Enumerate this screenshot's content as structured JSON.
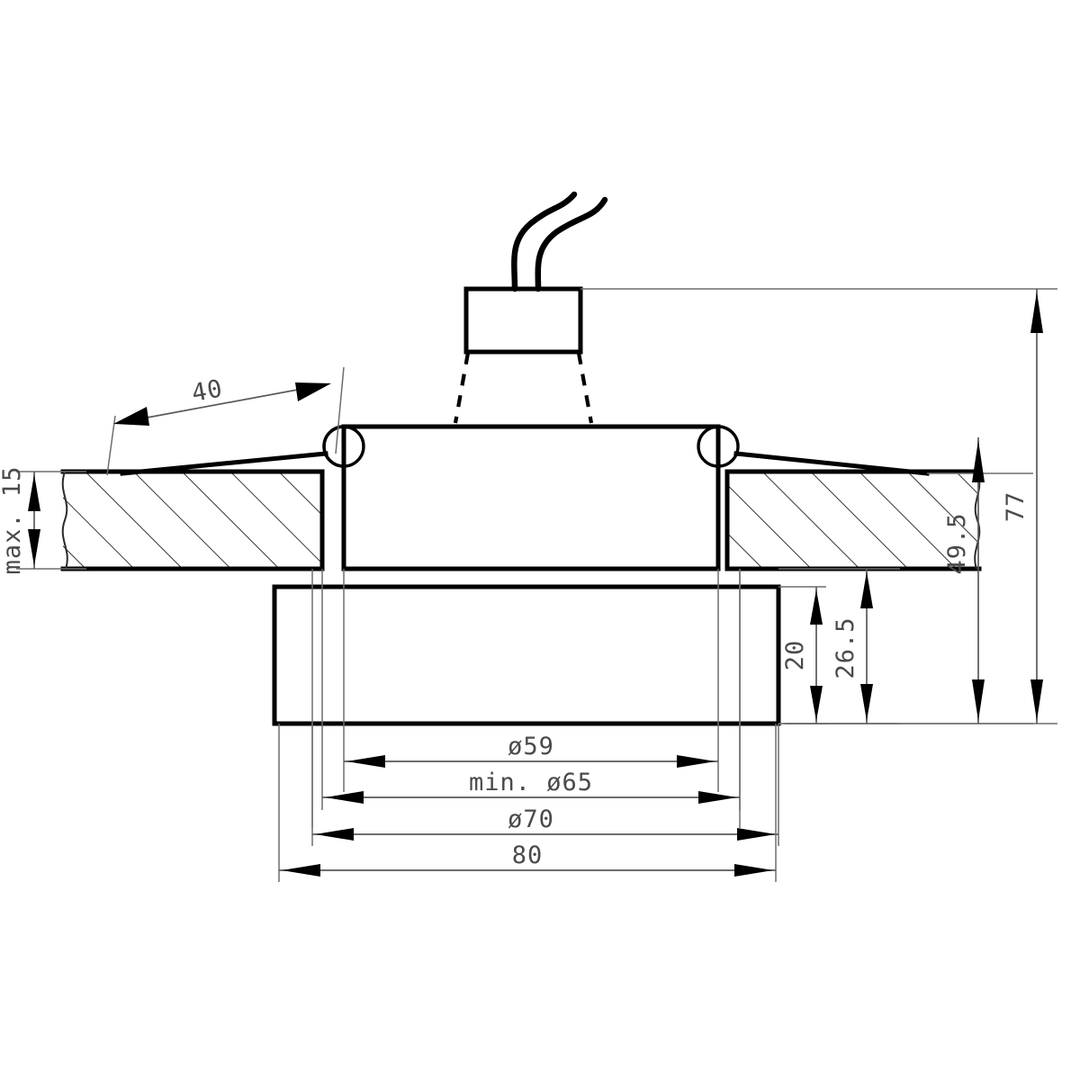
{
  "drawing": {
    "title": "Recessed downlight fixture cross-section",
    "type": "technical-dimension-drawing",
    "background_color": "#ffffff",
    "line_color": "#000000",
    "dimension_color": "#5a5a5a"
  },
  "dimensions": {
    "spring_arm_length": "40",
    "ceiling_thickness": "max. 15",
    "total_height": "77",
    "body_height": "49.5",
    "ring_height": "20",
    "ring_drop": "26.5",
    "inner_diameter": "ø59",
    "cutout_diameter": "min. ø65",
    "trim_diameter": "ø70",
    "outer_width": "80"
  },
  "parts": {
    "junction_box": "junction-box",
    "supply_wires": "supply-wires",
    "spring_clip_left": "spring-clip-left",
    "spring_clip_right": "spring-clip-right",
    "ceiling_panel_left": "ceiling-panel-left",
    "ceiling_panel_right": "ceiling-panel-right",
    "lamp_body": "lamp-body",
    "trim_ring": "trim-ring"
  }
}
